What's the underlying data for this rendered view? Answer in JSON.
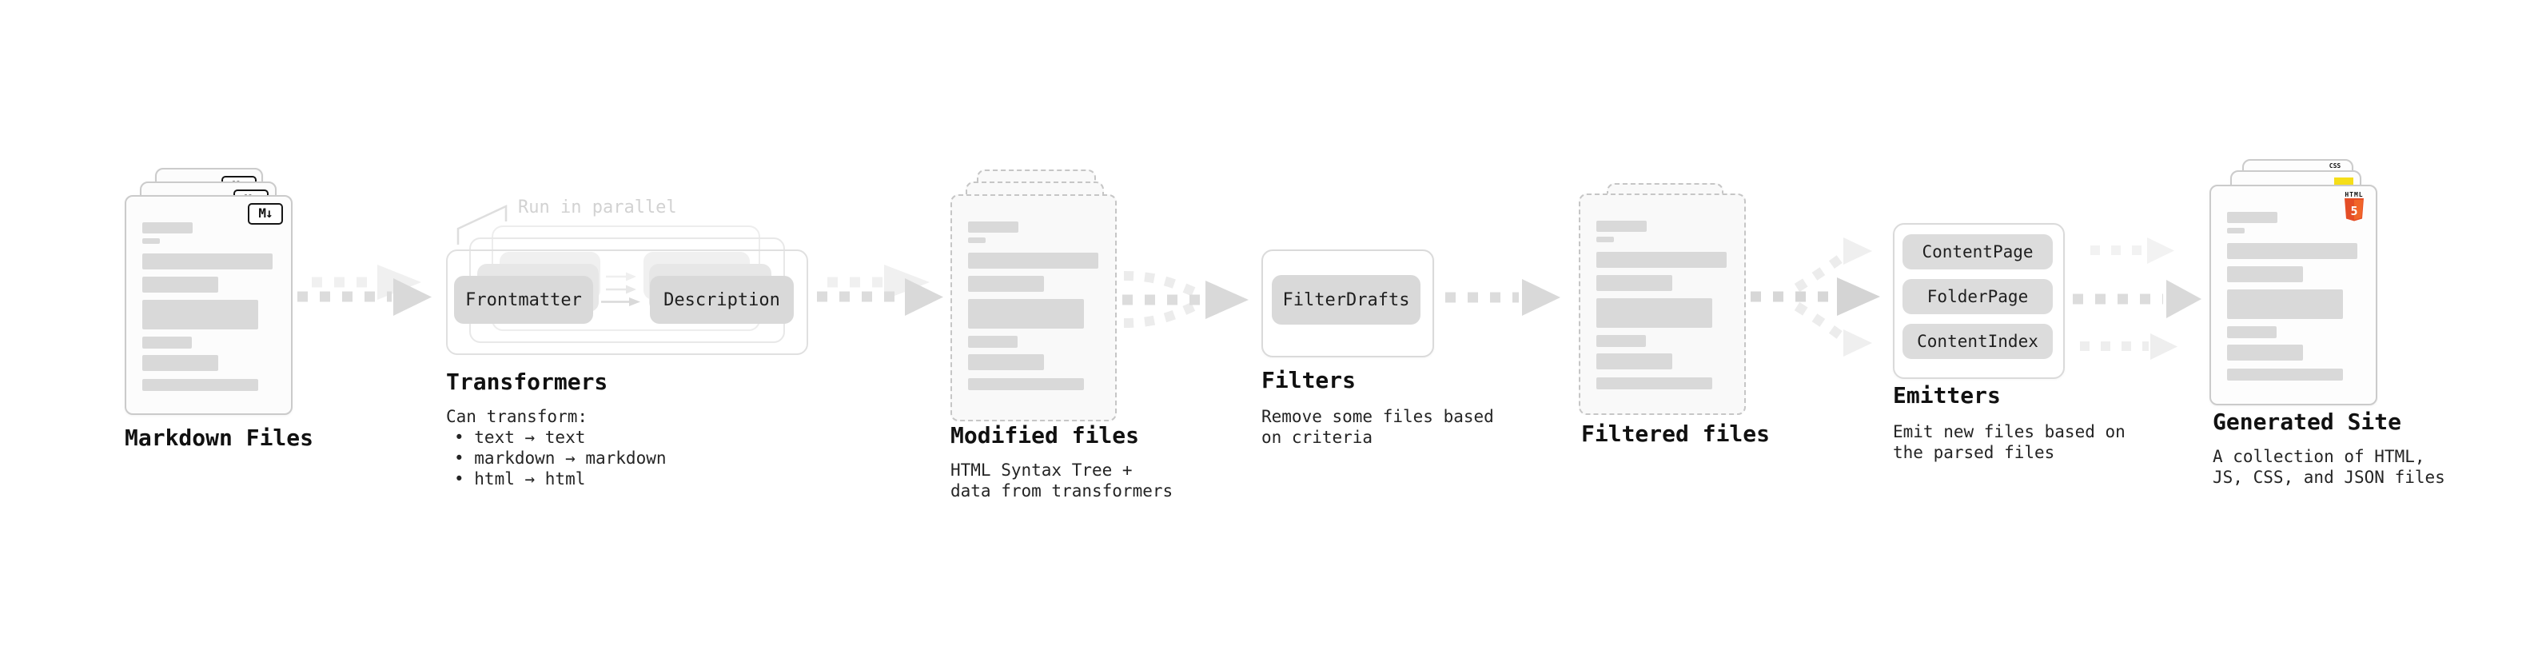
{
  "markdown_files": {
    "title": "Markdown Files",
    "badge": "M↓"
  },
  "transformers": {
    "title": "Transformers",
    "annotation": "Run in parallel",
    "step1": "Frontmatter",
    "step2": "Description",
    "desc_heading": "Can transform:",
    "bullets": [
      "• text → text",
      "• markdown → markdown",
      "• html → html"
    ]
  },
  "modified_files": {
    "title": "Modified files",
    "desc_line1": "HTML Syntax Tree +",
    "desc_line2": "data from transformers"
  },
  "filters": {
    "title": "Filters",
    "step": "FilterDrafts",
    "desc_line1": "Remove some files based",
    "desc_line2": "on criteria"
  },
  "filtered_files": {
    "title": "Filtered files"
  },
  "emitters": {
    "title": "Emitters",
    "step1": "ContentPage",
    "step2": "FolderPage",
    "step3": "ContentIndex",
    "desc_line1": "Emit new files based on",
    "desc_line2": "the parsed files"
  },
  "generated_site": {
    "title": "Generated Site",
    "desc_line1": "A collection of HTML,",
    "desc_line2": "JS, CSS, and JSON files",
    "html5_badge_label": "HTML",
    "html5_badge_number": "5",
    "css_badge_label": "CSS"
  },
  "colors": {
    "html5_orange": "#e44d26",
    "html5_orange_light": "#f16529",
    "js_yellow": "#f5de19",
    "css_blue": "#2965f1",
    "doc_bar_gray": "#d9d9d9",
    "arrow_gray": "#dcdcdc",
    "arrow_light_gray": "#f0f0f0"
  }
}
